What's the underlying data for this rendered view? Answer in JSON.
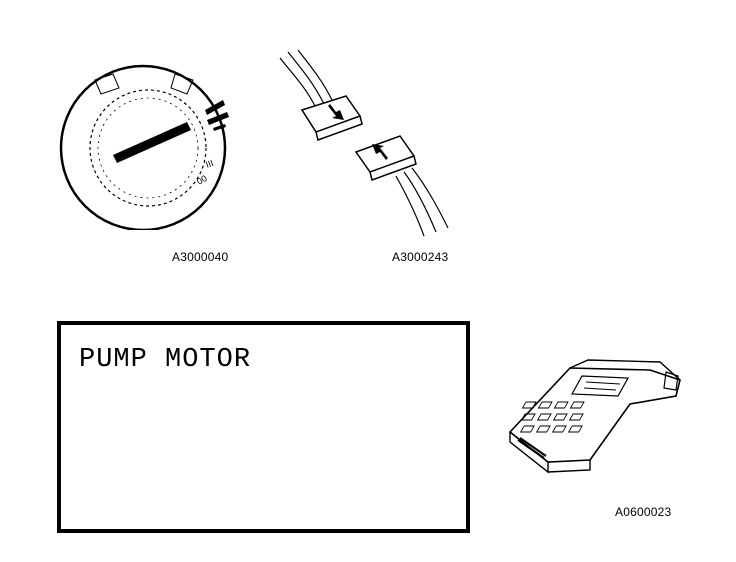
{
  "figures": {
    "ignition_code": "A3000040",
    "connector_code": "A3000243",
    "tester_code": "A0600023"
  },
  "display": {
    "text": "PUMP MOTOR"
  },
  "icons": [
    "ignition-switch-icon",
    "connector-icon",
    "hand-held-tester-icon"
  ]
}
